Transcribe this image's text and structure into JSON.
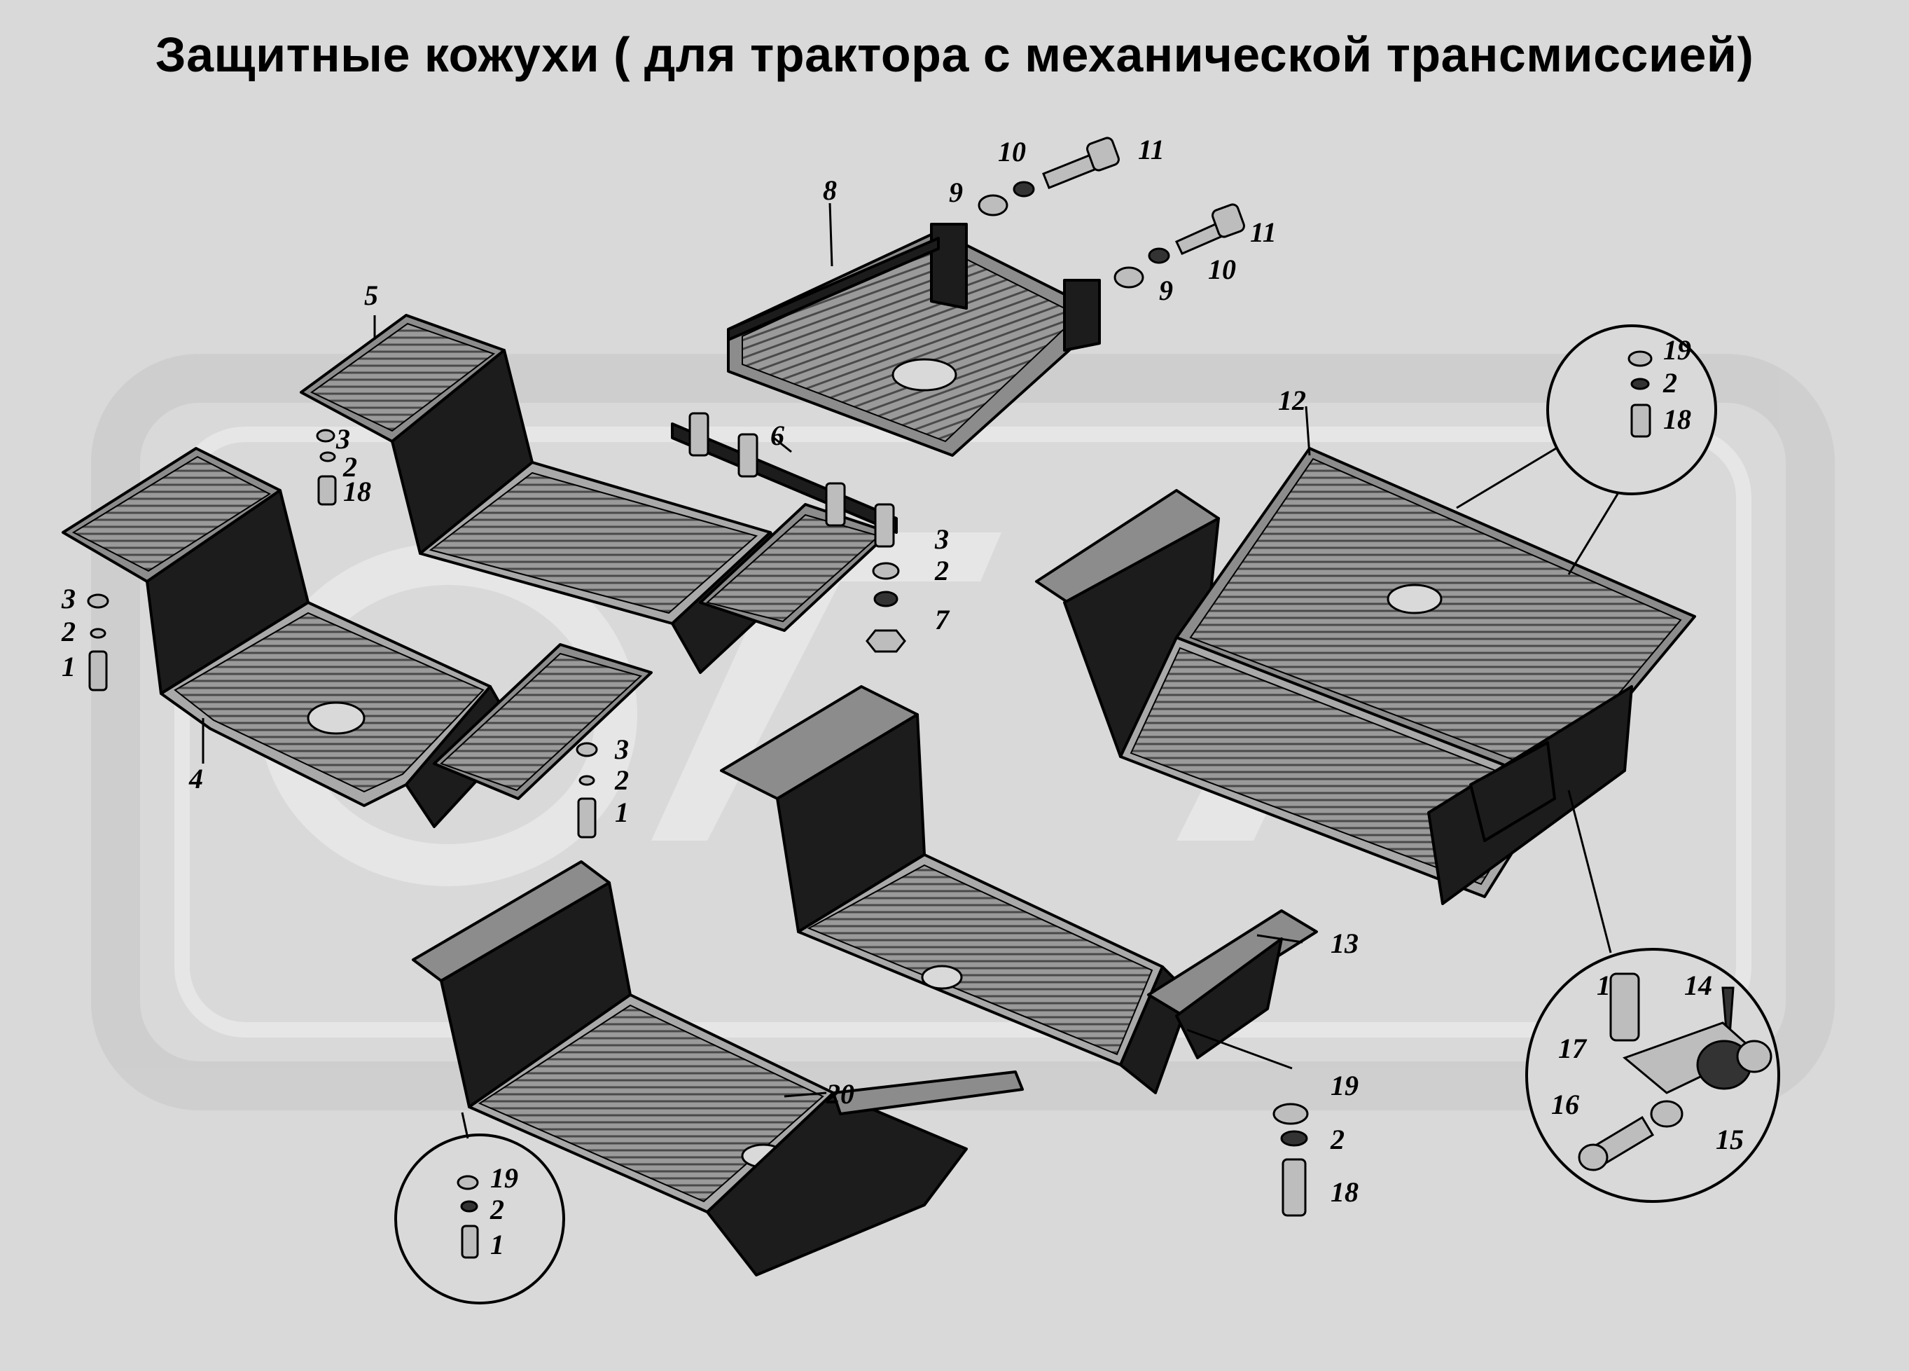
{
  "title": "Защитные кожухи ( для трактора с механической трансмиссией)",
  "labels": {
    "1": "1",
    "2": "2",
    "3": "3",
    "4": "4",
    "5": "5",
    "6": "6",
    "7": "7",
    "8": "8",
    "9": "9",
    "10": "10",
    "11": "11",
    "12": "12",
    "13": "13",
    "14": "14",
    "15": "15",
    "16": "16",
    "17": "17",
    "18": "18",
    "19": "19",
    "20": "20"
  },
  "colors": {
    "background": "#d9d9d9",
    "ink": "#000000",
    "part_dark": "#1c1c1c",
    "part_plate": "#8c8c8c"
  }
}
